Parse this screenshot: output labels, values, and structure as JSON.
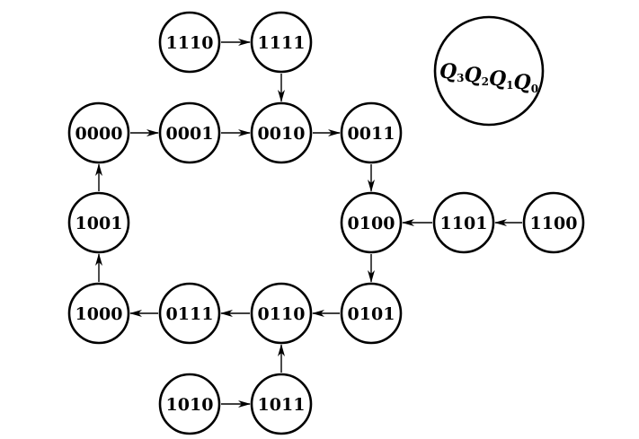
{
  "diagram": {
    "states": [
      {
        "id": "0000",
        "label": "0000"
      },
      {
        "id": "0001",
        "label": "0001"
      },
      {
        "id": "0010",
        "label": "0010"
      },
      {
        "id": "0011",
        "label": "0011"
      },
      {
        "id": "0100",
        "label": "0100"
      },
      {
        "id": "0101",
        "label": "0101"
      },
      {
        "id": "0110",
        "label": "0110"
      },
      {
        "id": "0111",
        "label": "0111"
      },
      {
        "id": "1000",
        "label": "1000"
      },
      {
        "id": "1001",
        "label": "1001"
      },
      {
        "id": "1010",
        "label": "1010"
      },
      {
        "id": "1011",
        "label": "1011"
      },
      {
        "id": "1100",
        "label": "1100"
      },
      {
        "id": "1101",
        "label": "1101"
      },
      {
        "id": "1110",
        "label": "1110"
      },
      {
        "id": "1111",
        "label": "1111"
      }
    ],
    "transitions": [
      {
        "from": "1110",
        "to": "1111"
      },
      {
        "from": "1111",
        "to": "0010"
      },
      {
        "from": "0000",
        "to": "0001"
      },
      {
        "from": "0001",
        "to": "0010"
      },
      {
        "from": "0010",
        "to": "0011"
      },
      {
        "from": "0011",
        "to": "0100"
      },
      {
        "from": "1100",
        "to": "1101"
      },
      {
        "from": "1101",
        "to": "0100"
      },
      {
        "from": "0100",
        "to": "0101"
      },
      {
        "from": "0101",
        "to": "0110"
      },
      {
        "from": "0110",
        "to": "0111"
      },
      {
        "from": "0111",
        "to": "1000"
      },
      {
        "from": "1000",
        "to": "1001"
      },
      {
        "from": "1001",
        "to": "0000"
      },
      {
        "from": "1010",
        "to": "1011"
      },
      {
        "from": "1011",
        "to": "0110"
      }
    ],
    "legend": {
      "parts": [
        {
          "var": "Q",
          "sub": "3"
        },
        {
          "var": "Q",
          "sub": "2"
        },
        {
          "var": "Q",
          "sub": "1"
        },
        {
          "var": "Q",
          "sub": "0"
        }
      ]
    }
  }
}
